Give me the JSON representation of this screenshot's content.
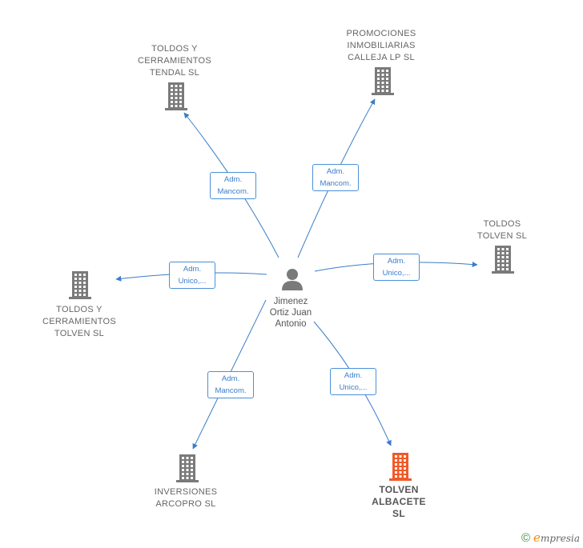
{
  "center": {
    "name_lines": [
      "Jimenez",
      "Ortiz Juan",
      "Antonio"
    ],
    "icon": "person-icon"
  },
  "companies": [
    {
      "id": "tendal",
      "name_lines": [
        "TOLDOS Y",
        "CERRAMIENTOS",
        "TENDAL SL"
      ],
      "icon": "building-icon",
      "highlight": false,
      "role_lines": [
        "Adm.",
        "Mancom."
      ]
    },
    {
      "id": "calleja",
      "name_lines": [
        "PROMOCIONES",
        "INMOBILIARIAS",
        "CALLEJA LP SL"
      ],
      "icon": "building-icon",
      "highlight": false,
      "role_lines": [
        "Adm.",
        "Mancom."
      ]
    },
    {
      "id": "toldos-tolven",
      "name_lines": [
        "TOLDOS",
        "TOLVEN  SL"
      ],
      "icon": "building-icon",
      "highlight": false,
      "role_lines": [
        "Adm.",
        "Unico,..."
      ]
    },
    {
      "id": "cerramientos-tolven",
      "name_lines": [
        "TOLDOS Y",
        "CERRAMIENTOS",
        "TOLVEN  SL"
      ],
      "icon": "building-icon",
      "highlight": false,
      "role_lines": [
        "Adm.",
        "Unico,..."
      ]
    },
    {
      "id": "arcopro",
      "name_lines": [
        "INVERSIONES",
        "ARCOPRO SL"
      ],
      "icon": "building-icon",
      "highlight": false,
      "role_lines": [
        "Adm.",
        "Mancom."
      ]
    },
    {
      "id": "albacete",
      "name_lines": [
        "TOLVEN",
        "ALBACETE",
        "SL"
      ],
      "icon": "building-icon",
      "highlight": true,
      "role_lines": [
        "Adm.",
        "Unico,..."
      ]
    }
  ],
  "colors": {
    "edge": "#3a7dc9",
    "building": "#7a7a7a",
    "building_highlight": "#f05a28",
    "person": "#7a7a7a"
  },
  "footer": {
    "copyright_symbol": "©",
    "brand_initial": "e",
    "brand_rest": "mpresia"
  }
}
